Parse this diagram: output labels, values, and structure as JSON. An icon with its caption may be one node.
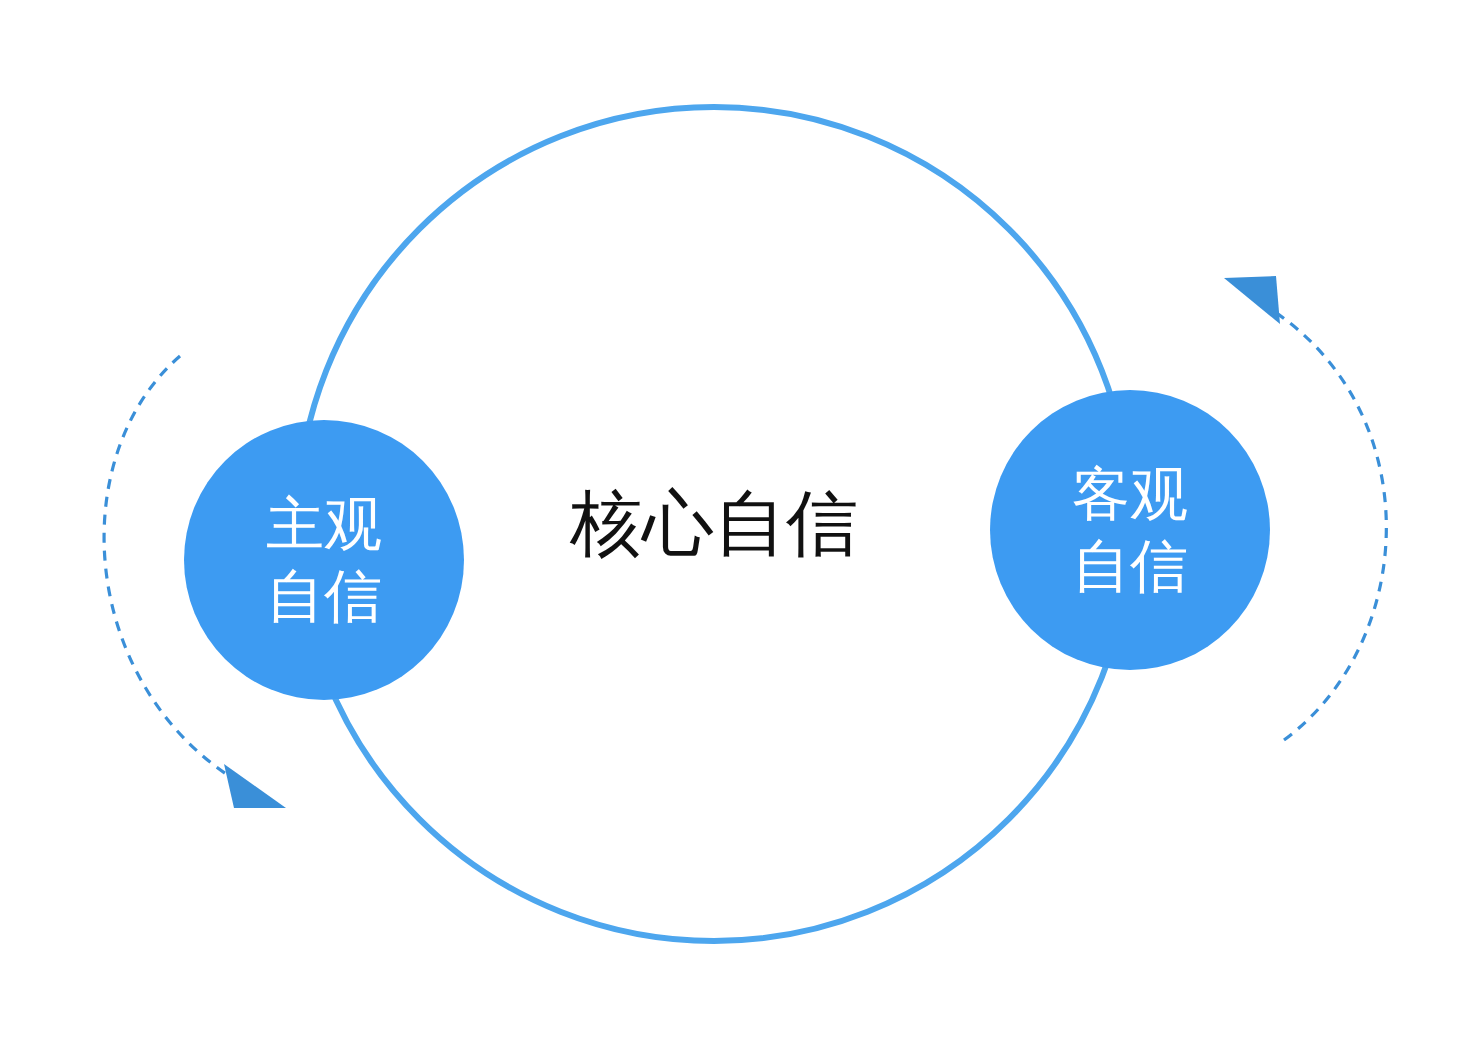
{
  "diagram": {
    "nodes": [
      {
        "text": [
          "核心自信"
        ]
      },
      {
        "text": [
          "主观自信"
        ]
      },
      {
        "text": [
          "客观自信"
        ]
      }
    ]
  }
}
